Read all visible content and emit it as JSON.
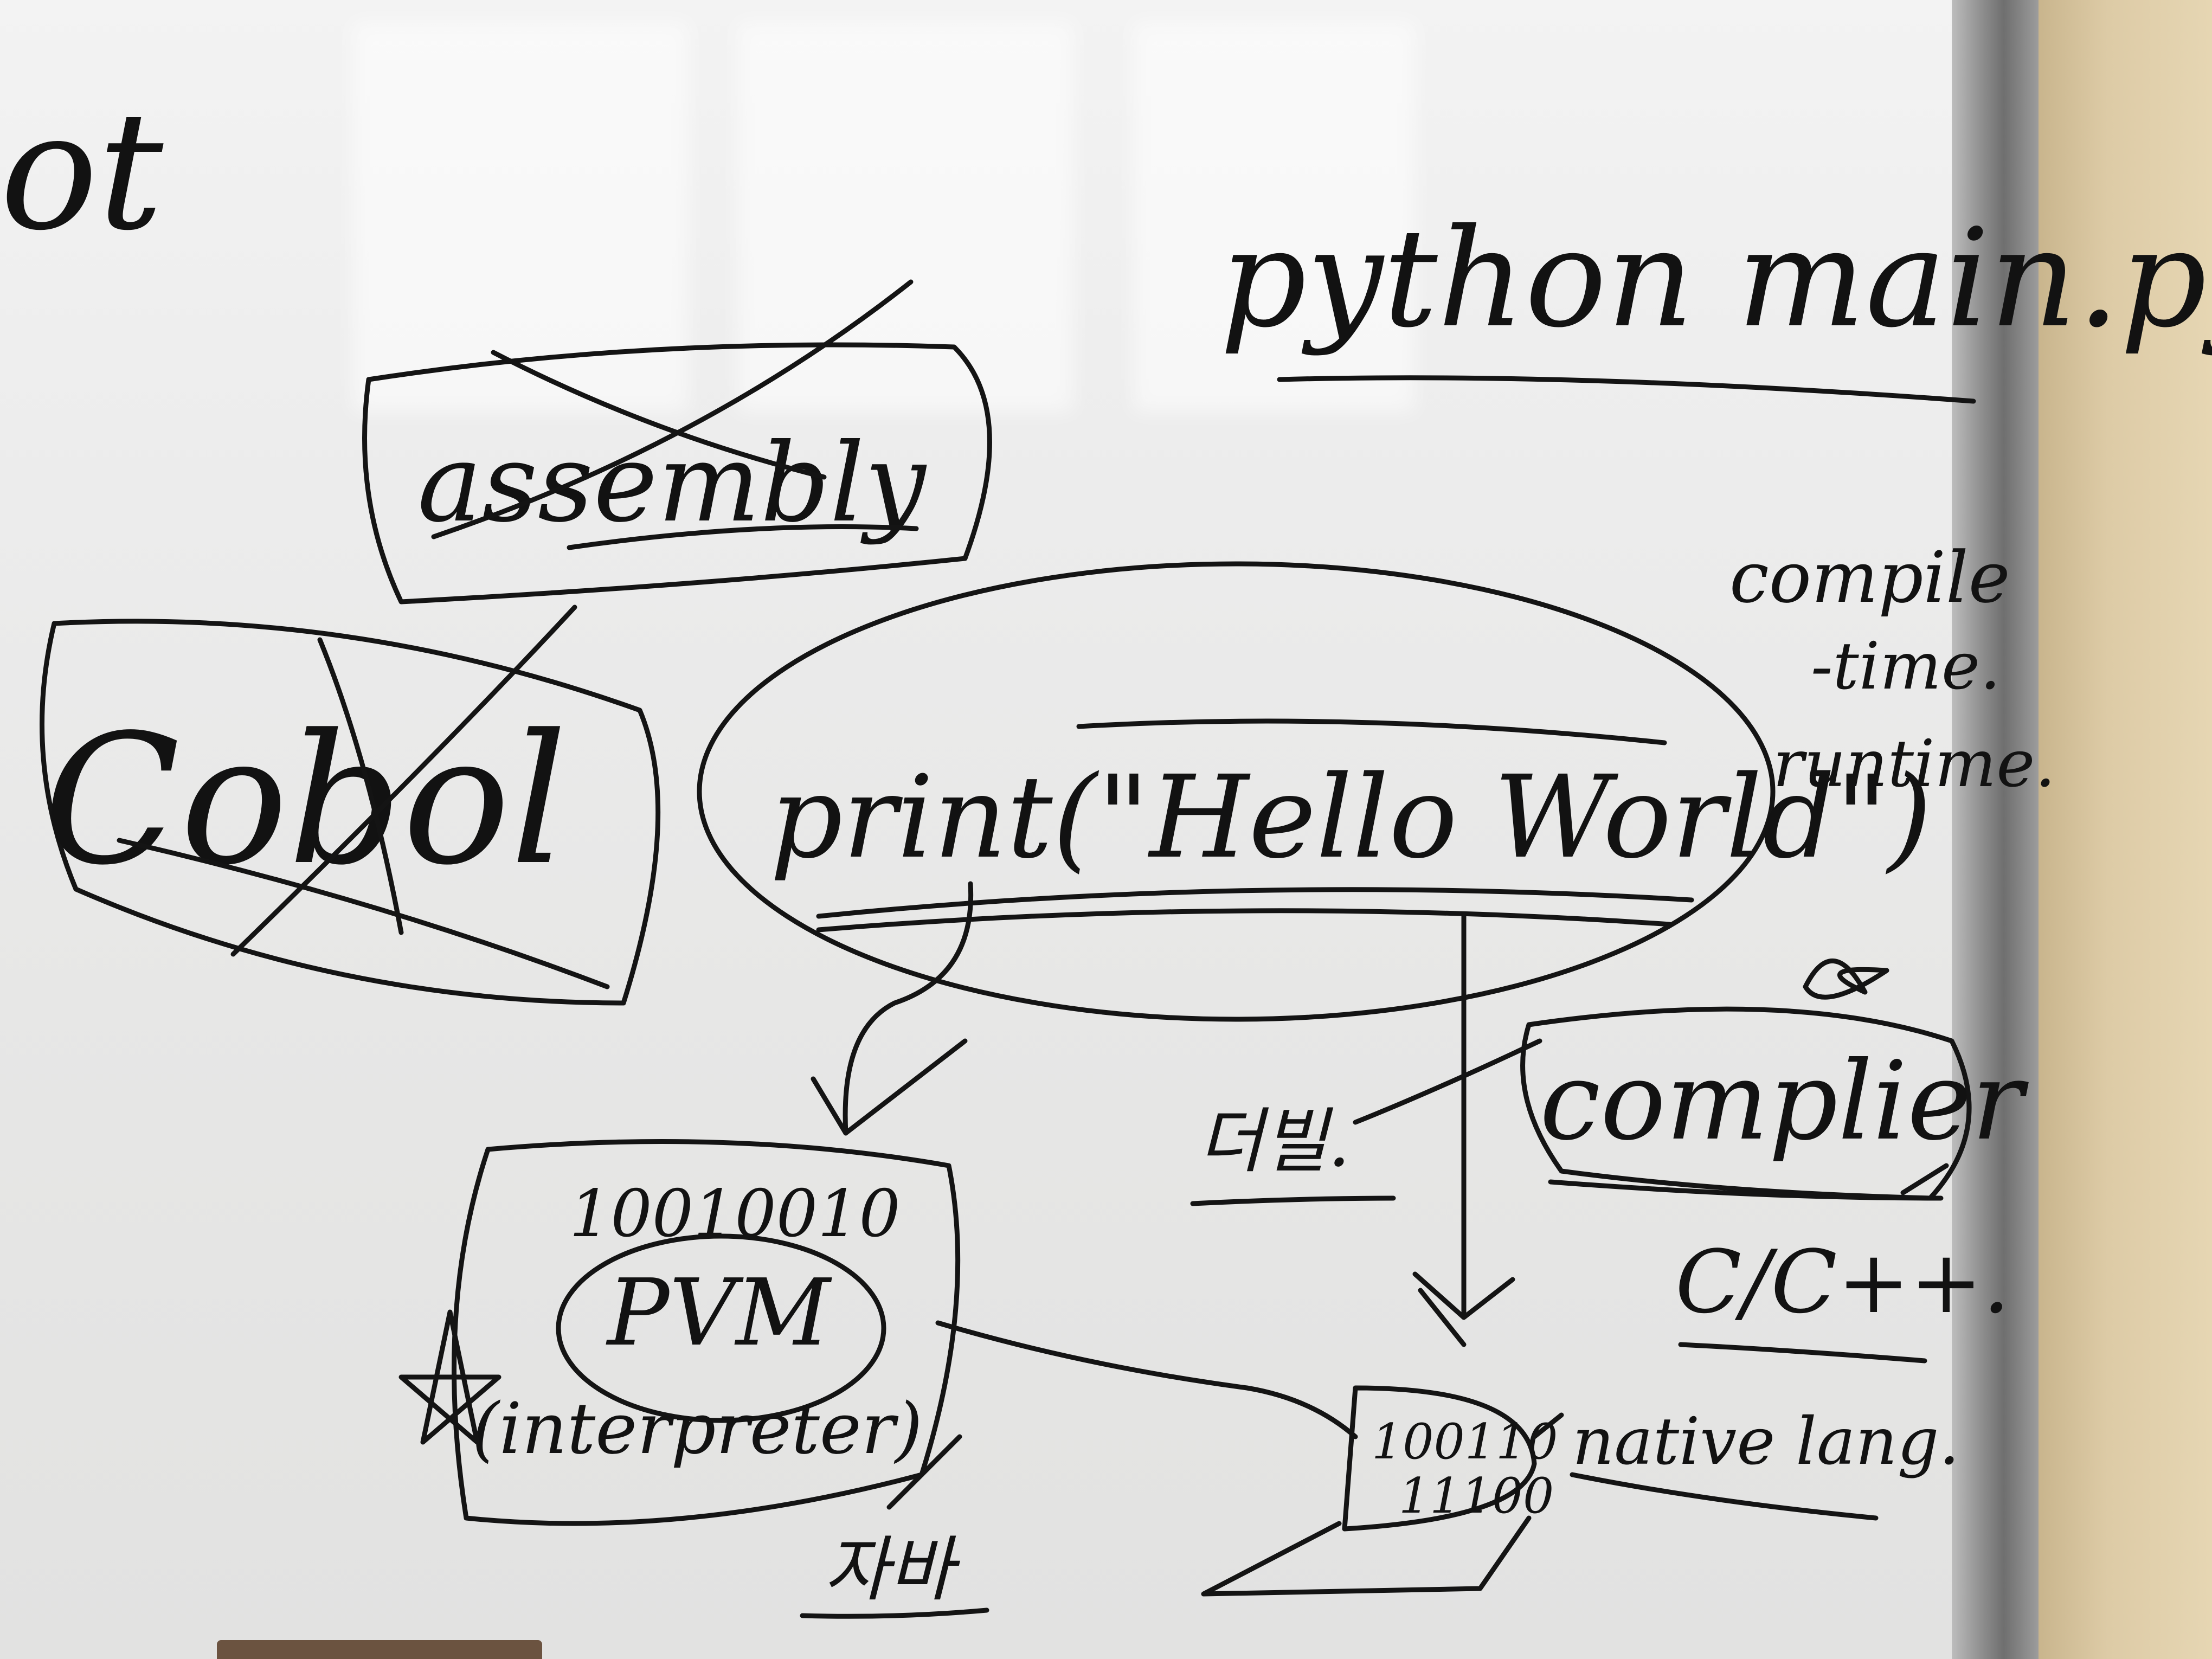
{
  "board": {
    "corner_text": "ot",
    "command": "python main.py",
    "crossed_out_1": "assembly",
    "crossed_out_2": "Cobol",
    "code": "print(\"Hello World\")",
    "phases": [
      "compile",
      "-time.",
      "runtime."
    ],
    "compiler_label": "complier",
    "compiler_note": "더빌.",
    "compiled_langs": "C/C++.",
    "binary_top": "10010010",
    "vm_label": "PVM",
    "interpreter_label": "(interpreter)",
    "interpreter_note": "자바",
    "machine_code": [
      "100110",
      "11100"
    ],
    "native_label": "native lang."
  }
}
